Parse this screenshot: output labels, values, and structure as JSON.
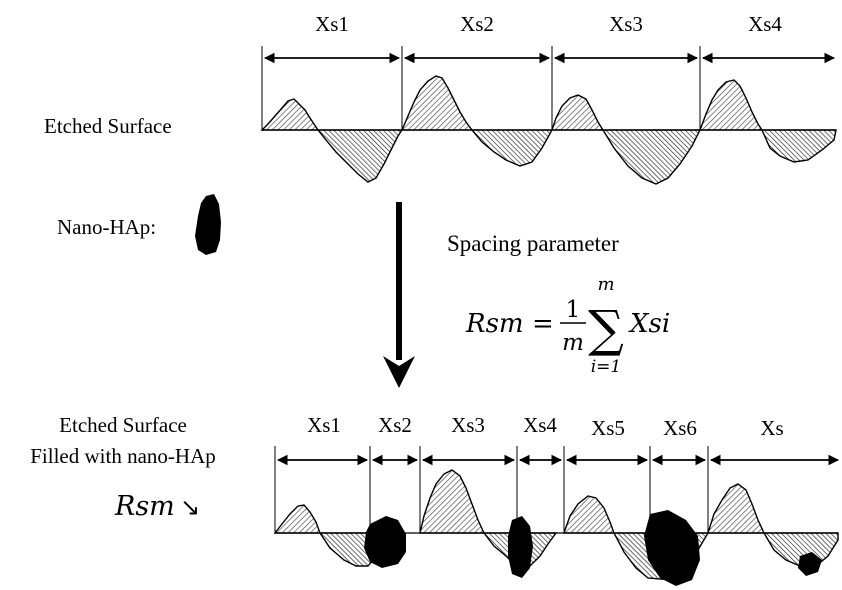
{
  "top": {
    "label": "Etched Surface",
    "segments": [
      "Xs1",
      "Xs2",
      "Xs3",
      "Xs4"
    ]
  },
  "legend": {
    "label": "Nano-HAp:",
    "fill_color": "#000000"
  },
  "formula": {
    "title": "Spacing parameter",
    "lhs": "Rsm",
    "equals": "=",
    "frac_num": "1",
    "frac_den": "m",
    "sum_upper": "m",
    "sum_lower": "i=1",
    "term": "Xsi"
  },
  "bottom": {
    "label_line1": "Etched Surface",
    "label_line2": "Filled with nano-HAp",
    "rsm_symbol": "Rsm",
    "rsm_trend": "↘",
    "segments": [
      "Xs1",
      "Xs2",
      "Xs3",
      "Xs4",
      "Xs5",
      "Xs6",
      "Xs"
    ]
  },
  "colors": {
    "hatch": "#333333",
    "profile": "#000000"
  }
}
